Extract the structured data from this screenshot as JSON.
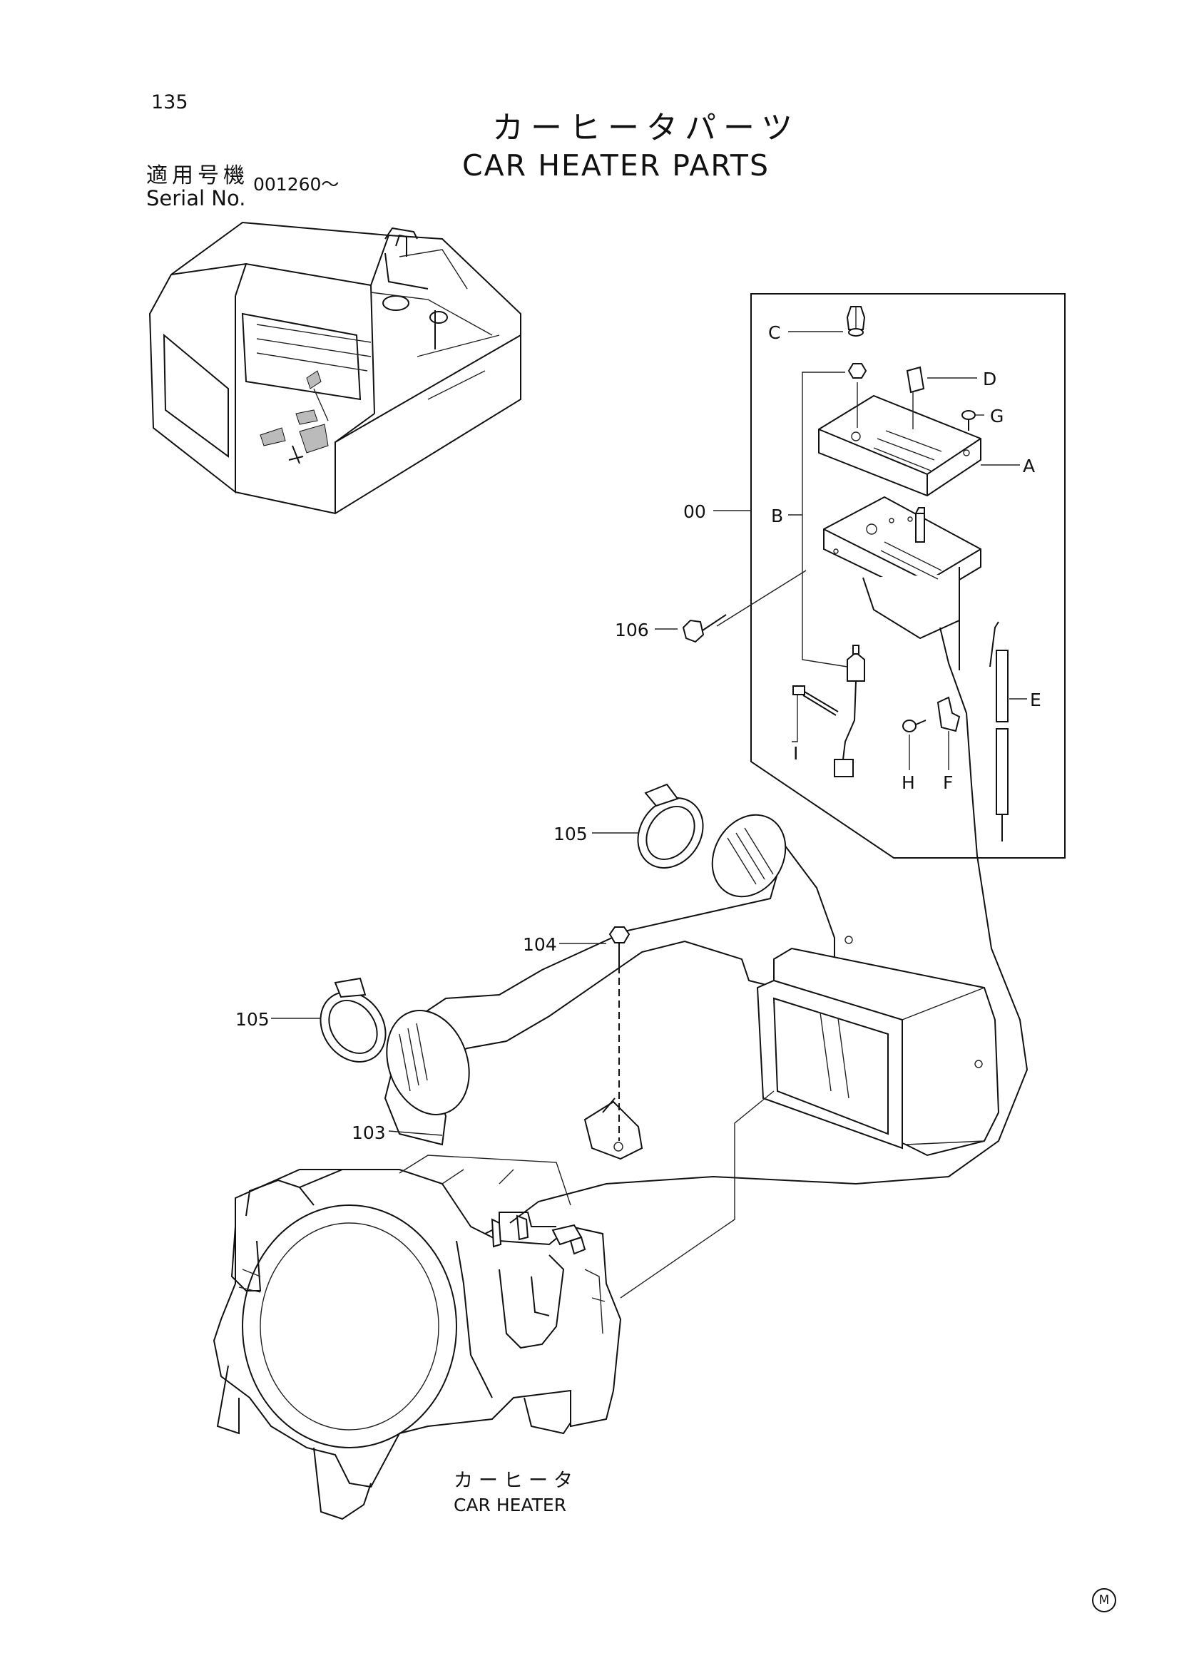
{
  "header": {
    "page_number": "135",
    "title_ja": "カーヒータパーツ",
    "title_en": "CAR HEATER PARTS",
    "serial_label_ja": "適用号機",
    "serial_label_en": "Serial No.",
    "serial_value": "001260～"
  },
  "callouts": {
    "p00": "00",
    "p103": "103",
    "p104": "104",
    "p105a": "105",
    "p105b": "105",
    "p106": "106",
    "A": "A",
    "B": "B",
    "C": "C",
    "D": "D",
    "E": "E",
    "F": "F",
    "G": "G",
    "H": "H",
    "I": "I"
  },
  "heater_label": {
    "ja": "カーヒータ",
    "en": "CAR HEATER"
  },
  "footer": {
    "mark": "M"
  }
}
